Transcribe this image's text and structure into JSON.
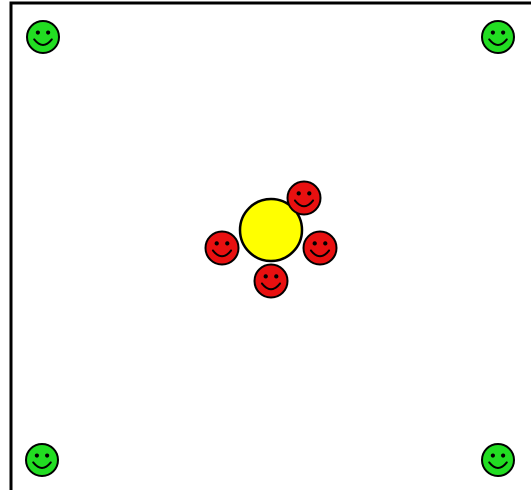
{
  "colors": {
    "background": "#ffffff",
    "arena_border": "#000000",
    "corner_smiley_fill": "#22dd22",
    "swarm_smiley_fill": "#e81010",
    "center_orb_fill": "#ffff00",
    "outline": "#000000"
  },
  "corner_smileys": [
    {
      "icon": "green-smiley-icon",
      "position": "top-left"
    },
    {
      "icon": "green-smiley-icon",
      "position": "top-right"
    },
    {
      "icon": "green-smiley-icon",
      "position": "bottom-left"
    },
    {
      "icon": "green-smiley-icon",
      "position": "bottom-right"
    }
  ],
  "center_orb": {
    "icon": "yellow-orb-icon"
  },
  "swarm_smileys": [
    {
      "icon": "red-smiley-icon",
      "side": "upper-right"
    },
    {
      "icon": "red-smiley-icon",
      "side": "left"
    },
    {
      "icon": "red-smiley-icon",
      "side": "right"
    },
    {
      "icon": "red-smiley-icon",
      "side": "bottom"
    }
  ]
}
